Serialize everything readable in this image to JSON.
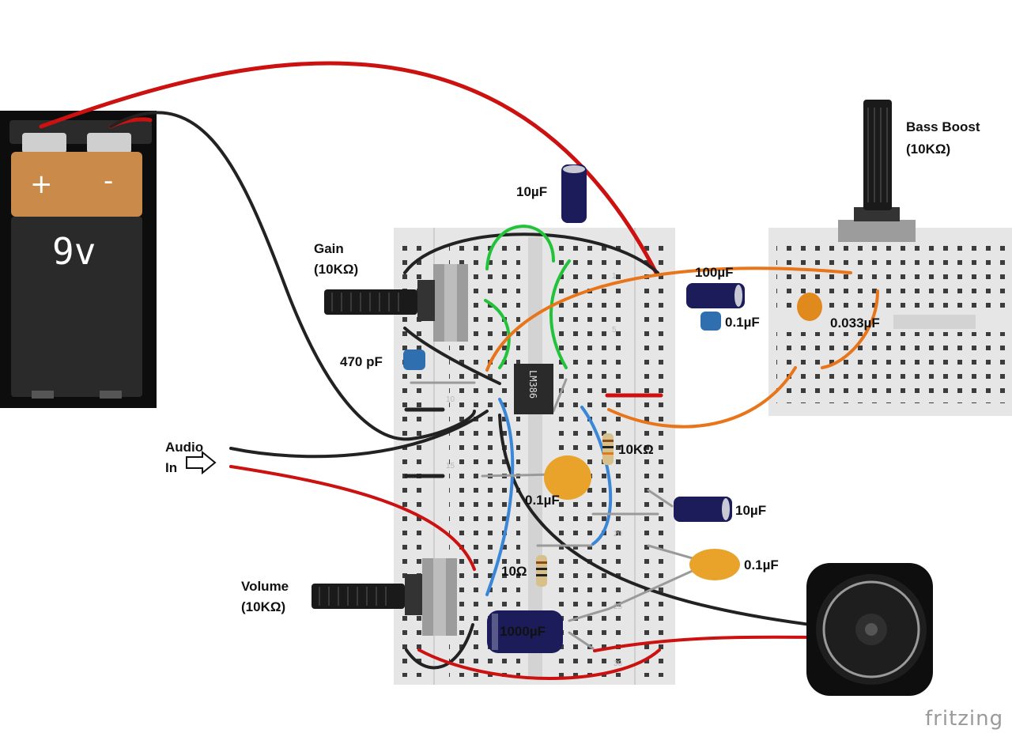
{
  "battery": {
    "plus": "+",
    "minus": "-",
    "voltage": "9v"
  },
  "labels": {
    "gain_name": "Gain",
    "gain_value": "(10KΩ)",
    "volume_name": "Volume",
    "volume_value": "(10KΩ)",
    "bass_name": "Bass Boost",
    "bass_value": "(10KΩ)",
    "audio_line1": "Audio",
    "audio_line2": "In",
    "c_10uf_top": "10µF",
    "c_100uf": "100µF",
    "c_01uf_a": "0.1µF",
    "c_470pf": "470 pF",
    "c_0033uf": "0.033µF",
    "r_10k": "10KΩ",
    "c_01uf_b": "0.1µF",
    "c_10uf_right": "10µF",
    "c_01uf_c": "0.1µF",
    "r_10": "10Ω",
    "c_1000uf": "1000µF"
  },
  "ic": {
    "part": "LM386"
  },
  "breadboard": {
    "row_numbers": [
      "1",
      "5",
      "10",
      "15",
      "20",
      "25",
      "30"
    ]
  },
  "brand": "fritzing",
  "colors": {
    "wire_red": "#cc1111",
    "wire_black": "#222222",
    "wire_green": "#22c33a",
    "wire_blue": "#3a86d8",
    "wire_orange": "#e8751a",
    "wire_gray": "#9a9a9a",
    "electrolytic": "#1c1c5a",
    "tantalum": "#e9a22a",
    "ceramic_blue": "#2f6fb0",
    "ceramic_orange": "#e08a1e"
  }
}
